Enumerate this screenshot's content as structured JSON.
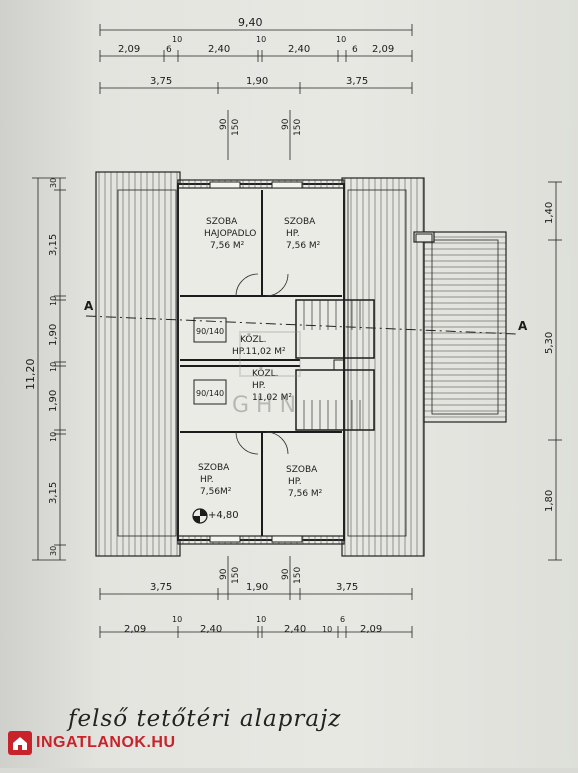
{
  "top_dims": {
    "overall": "9,40",
    "row2": [
      "2,09",
      "6",
      "10",
      "2,40",
      "10",
      "2,40",
      "10",
      "6",
      "2,09"
    ],
    "row3": [
      "3,75",
      "1,90",
      "3,75"
    ],
    "window_marks": [
      "90",
      "150",
      "90",
      "150"
    ]
  },
  "bottom_dims": {
    "row1": [
      "3,75",
      "1,90",
      "3,75"
    ],
    "row2": [
      "2,09",
      "10",
      "2,40",
      "10",
      "2,40",
      "10",
      "6",
      "2,09"
    ],
    "window_marks": [
      "90",
      "150",
      "90",
      "150"
    ]
  },
  "left_dims": {
    "overall": "11,20",
    "segments": [
      "30",
      "3,15",
      "10",
      "1,90",
      "10",
      "1,90",
      "10",
      "3,15",
      "30"
    ]
  },
  "right_dims": [
    "1,40",
    "5,30",
    "1,80"
  ],
  "section_marks": [
    "A",
    "A"
  ],
  "rooms": {
    "r1": {
      "name": "SZOBA",
      "type": "HAJOPADLO",
      "area": "7,56 M²"
    },
    "r2": {
      "name": "SZOBA",
      "type": "HP.",
      "area": "7,56 M²"
    },
    "k1": {
      "name": "KÖZL.",
      "area": "HP.11,02 M²",
      "box": "90/140"
    },
    "k2": {
      "name": "KÖZL.",
      "type": "HP.",
      "area": "11,02 M²",
      "box": "90/140"
    },
    "r3": {
      "name": "SZOBA",
      "type": "HP.",
      "area": "7,56M²"
    },
    "r4": {
      "name": "SZOBA",
      "type": "HP.",
      "area": "7,56 M²"
    }
  },
  "level_mark": "+4,80",
  "caption": "felső tetőtéri alaprajz",
  "watermark": "INGATLANOK.HU",
  "colors": {
    "ink": "#1c1c1c",
    "brand": "#c8222a",
    "paper": "#e6e6e1"
  }
}
